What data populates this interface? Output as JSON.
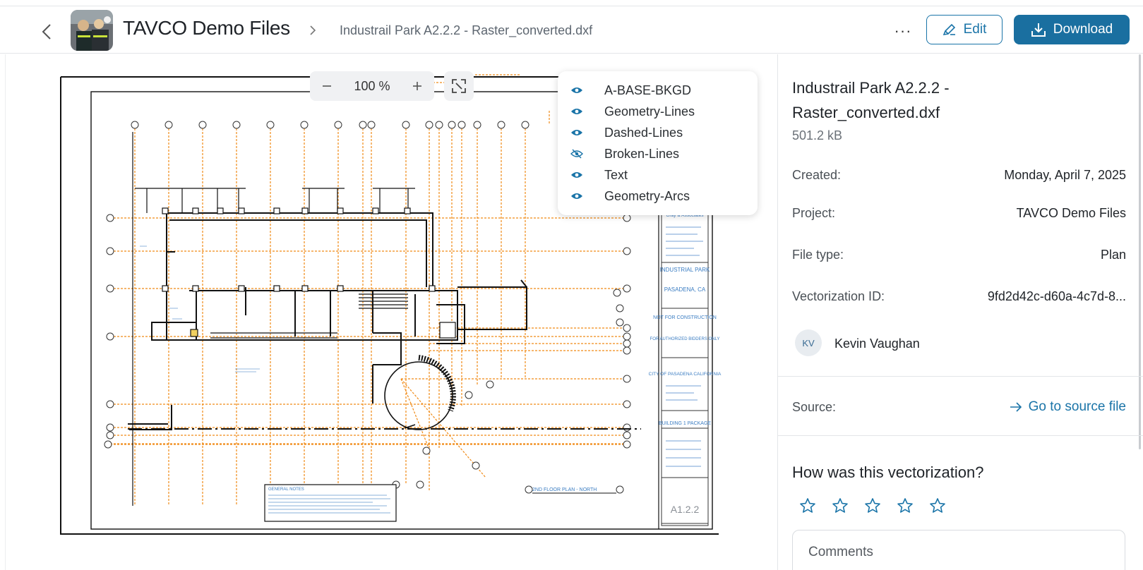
{
  "header": {
    "project_title": "TAVCO Demo Files",
    "file_crumb": "Industrail Park A2.2.2 - Raster_converted.dxf",
    "more_label": "···",
    "edit_label": "Edit",
    "download_label": "Download",
    "accent_color": "#1a6fa0"
  },
  "viewer": {
    "zoom_out_icon": "minus-icon",
    "zoom_value": "100 %",
    "zoom_in_icon": "plus-icon",
    "fit_icon": "fit-screen-icon",
    "layers": [
      {
        "label": "A-BASE-BKGD",
        "visible": true
      },
      {
        "label": "Geometry-Lines",
        "visible": true
      },
      {
        "label": "Dashed-Lines",
        "visible": true
      },
      {
        "label": "Broken-Lines",
        "visible": false
      },
      {
        "label": "Text",
        "visible": true
      },
      {
        "label": "Geometry-Arcs",
        "visible": true
      }
    ],
    "drawing_sheet": "A1.2.2",
    "drawing_titleblock": [
      "INDUSTRIAL PARK",
      "PASADENA, CA",
      "NOT FOR CONSTRUCTION",
      "FOR AUTHORIZED BIDDERS ONLY",
      "CITY OF PASADENA CALIFORNIA",
      "BUILDING 1 PACKAGE",
      "Gray & Associates"
    ],
    "drawing_plan_label": "2ND FLOOR PLAN - NORTH",
    "drawing_notes_title": "GENERAL NOTES",
    "drawing_colors": {
      "orange": "#f08a16",
      "blue_text": "#3a7cc2",
      "black": "#111111"
    }
  },
  "details": {
    "file_name": "Industrail Park A2.2.2 - Raster_converted.dxf",
    "file_size": "501.2 kB",
    "created_label": "Created:",
    "created_value": "Monday, April 7, 2025",
    "project_label": "Project:",
    "project_value": "TAVCO Demo Files",
    "file_type_label": "File type:",
    "file_type_value": "Plan",
    "vectorization_label": "Vectorization ID:",
    "vectorization_value": "9fd2d42c-d60a-4c7d-8...",
    "user_initials": "KV",
    "user_name": "Kevin Vaughan",
    "source_label": "Source:",
    "source_link": "Go to source file",
    "rating_title": "How was this vectorization?",
    "rating": 0,
    "rating_max": 5,
    "comments_placeholder": "Comments"
  }
}
